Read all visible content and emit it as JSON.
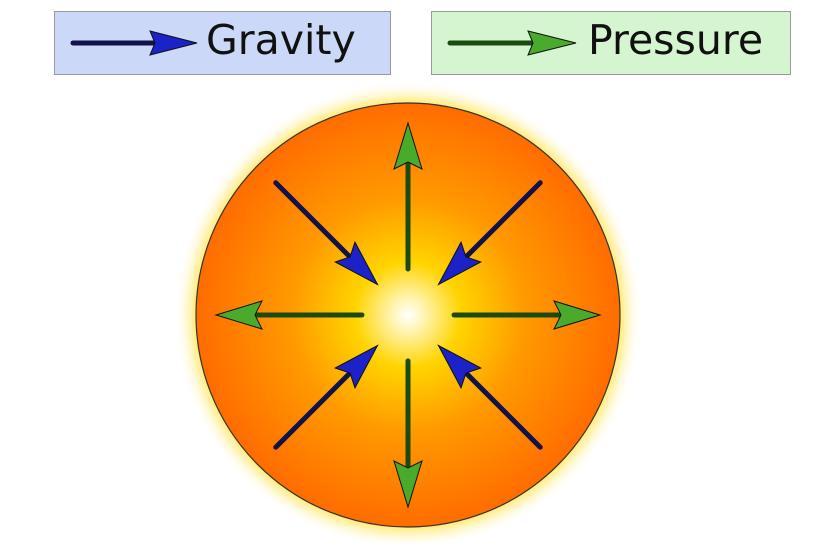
{
  "legend": {
    "gravity": {
      "label": "Gravity",
      "arrow_color": "#1a22c8",
      "box_color": "#ccd8f7"
    },
    "pressure": {
      "label": "Pressure",
      "arrow_color": "#4aaa2c",
      "box_color": "#d5f5d0"
    }
  },
  "diagram": {
    "gravity_arrows": 4,
    "pressure_arrows": 4,
    "colors": {
      "core": "#ffffff",
      "inner": "#ffd400",
      "outer": "#ff6c00",
      "glow": "#ffe65a",
      "outline": "#333333"
    }
  }
}
